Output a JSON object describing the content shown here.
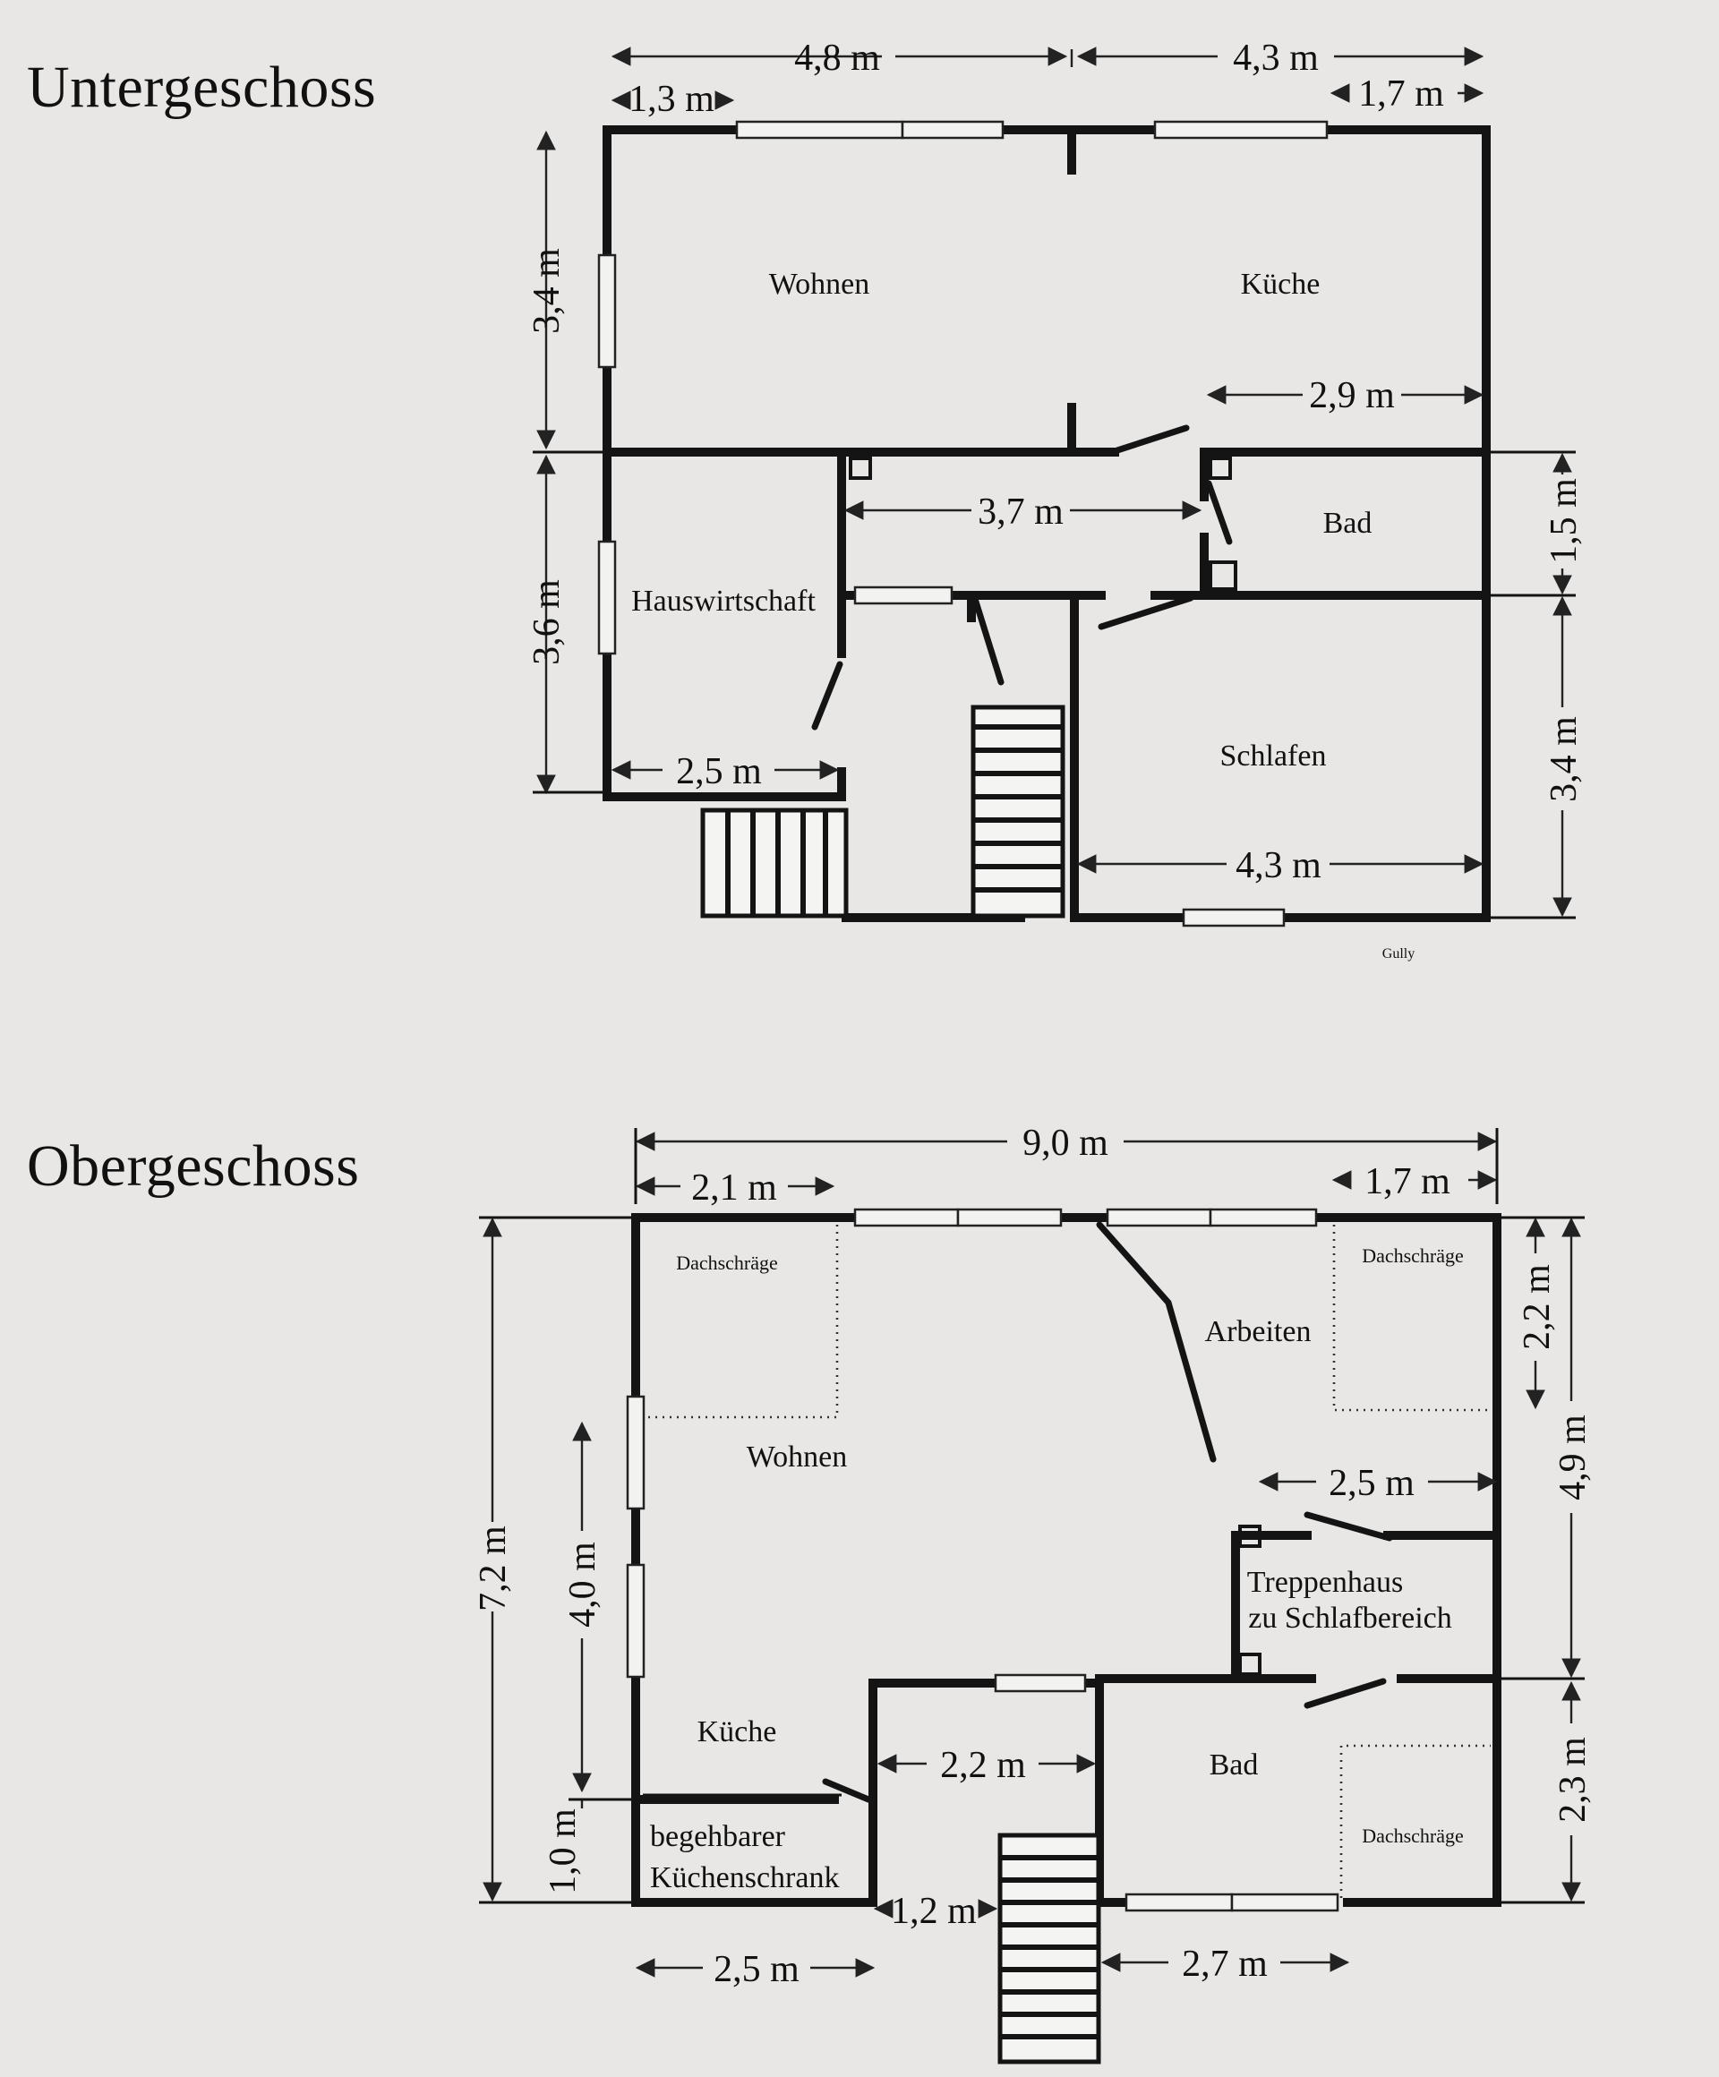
{
  "floors": {
    "ug": {
      "title": "Untergeschoss",
      "rooms": {
        "wohnen": "Wohnen",
        "kueche": "Küche",
        "bad": "Bad",
        "hauswirtschaft": "Hauswirtschaft",
        "schlafen": "Schlafen"
      },
      "dims": {
        "top_left": "4,8 m",
        "top_right": "4,3 m",
        "top_left_sub": "1,3 m",
        "top_right_sub": "1,7 m",
        "left_upper": "3,4 m",
        "left_lower": "3,6 m",
        "kueche_inner": "2,9 m",
        "hall": "3,7 m",
        "hauswirtschaft_w": "2,5 m",
        "right_bad": "1,5 m",
        "right_schlafen": "3,4 m",
        "schlafen_w": "4,3 m"
      },
      "note": "Gully"
    },
    "og": {
      "title": "Obergeschoss",
      "rooms": {
        "dachschraege_tl": "Dachschräge",
        "dachschraege_tr": "Dachschräge",
        "dachschraege_br": "Dachschräge",
        "arbeiten": "Arbeiten",
        "wohnen": "Wohnen",
        "treppenhaus_1": "Treppenhaus",
        "treppenhaus_2": "zu Schlafbereich",
        "kueche": "Küche",
        "bad": "Bad",
        "schrank_1": "begehbarer",
        "schrank_2": "Küchenschrank"
      },
      "dims": {
        "total_w": "9,0 m",
        "top_left": "2,1 m",
        "top_right": "1,7 m",
        "left_total": "7,2 m",
        "left_wohnen": "4,0 m",
        "left_schrank": "1,0 m",
        "right_top": "2,2 m",
        "right_mid": "4,9 m",
        "right_bottom": "2,3 m",
        "treppenhaus_w": "2,5 m",
        "flur_w": "2,2 m",
        "stair_gap": "1,2 m",
        "bottom_left": "2,5 m",
        "bottom_right": "2,7 m"
      }
    }
  }
}
